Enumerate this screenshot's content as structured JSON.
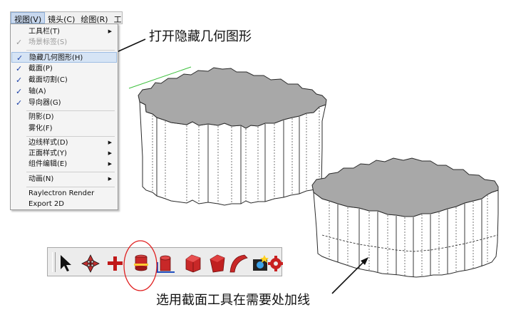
{
  "menubar": {
    "items": [
      {
        "label": "视图(V)",
        "active": true
      },
      {
        "label": "镜头(C)",
        "active": false
      },
      {
        "label": "绘图(R)",
        "active": false
      },
      {
        "label": "工具(",
        "active": false
      }
    ]
  },
  "view_menu": {
    "items": [
      {
        "label": "工具栏(T)",
        "checked": false,
        "submenu": true,
        "disabled": false,
        "highlighted": false
      },
      {
        "label": "场景标签(S)",
        "checked": true,
        "submenu": false,
        "disabled": true,
        "highlighted": false
      },
      {
        "label": "隐藏几何图形(H)",
        "checked": true,
        "submenu": false,
        "disabled": false,
        "highlighted": true
      },
      {
        "label": "截面(P)",
        "checked": true,
        "submenu": false,
        "disabled": false,
        "highlighted": false
      },
      {
        "label": "截面切割(C)",
        "checked": true,
        "submenu": false,
        "disabled": false,
        "highlighted": false
      },
      {
        "label": "轴(A)",
        "checked": true,
        "submenu": false,
        "disabled": false,
        "highlighted": false
      },
      {
        "label": "导向器(G)",
        "checked": true,
        "submenu": false,
        "disabled": false,
        "highlighted": false
      },
      {
        "label": "阴影(D)",
        "checked": false,
        "submenu": false,
        "disabled": false,
        "highlighted": false
      },
      {
        "label": "雾化(F)",
        "checked": false,
        "submenu": false,
        "disabled": false,
        "highlighted": false
      },
      {
        "label": "边线样式(D)",
        "checked": false,
        "submenu": true,
        "disabled": false,
        "highlighted": false
      },
      {
        "label": "正面样式(Y)",
        "checked": false,
        "submenu": true,
        "disabled": false,
        "highlighted": false
      },
      {
        "label": "组件编辑(E)",
        "checked": false,
        "submenu": true,
        "disabled": false,
        "highlighted": false
      },
      {
        "label": "动画(N)",
        "checked": false,
        "submenu": true,
        "disabled": false,
        "highlighted": false
      },
      {
        "label": "Raylectron Render",
        "checked": false,
        "submenu": false,
        "disabled": false,
        "highlighted": false
      },
      {
        "label": "Export 2D",
        "checked": false,
        "submenu": false,
        "disabled": false,
        "highlighted": false
      }
    ]
  },
  "glyphs": {
    "check": "✓",
    "submenu_arrow": "▶"
  },
  "toolbar": {
    "tools": [
      "select-arrow-icon",
      "move-arrows-icon",
      "cross-plus-icon",
      "section-plane-icon",
      "section-cut-icon",
      "red-box-icon",
      "red-shape-icon",
      "red-curve-icon",
      "camera-icon",
      "gear-icon"
    ],
    "highlighted_tool": "section-plane-icon"
  },
  "annotations": {
    "top_callout": "打开隐藏几何图形",
    "bottom_callout": "选用截面工具在需要处加线"
  },
  "colors": {
    "check": "#1a3fa8",
    "highlight": "#d6e4f5",
    "model_top": "#a8a8a8",
    "guide_line": "#3cc03c",
    "circle_marker": "#e02020"
  }
}
